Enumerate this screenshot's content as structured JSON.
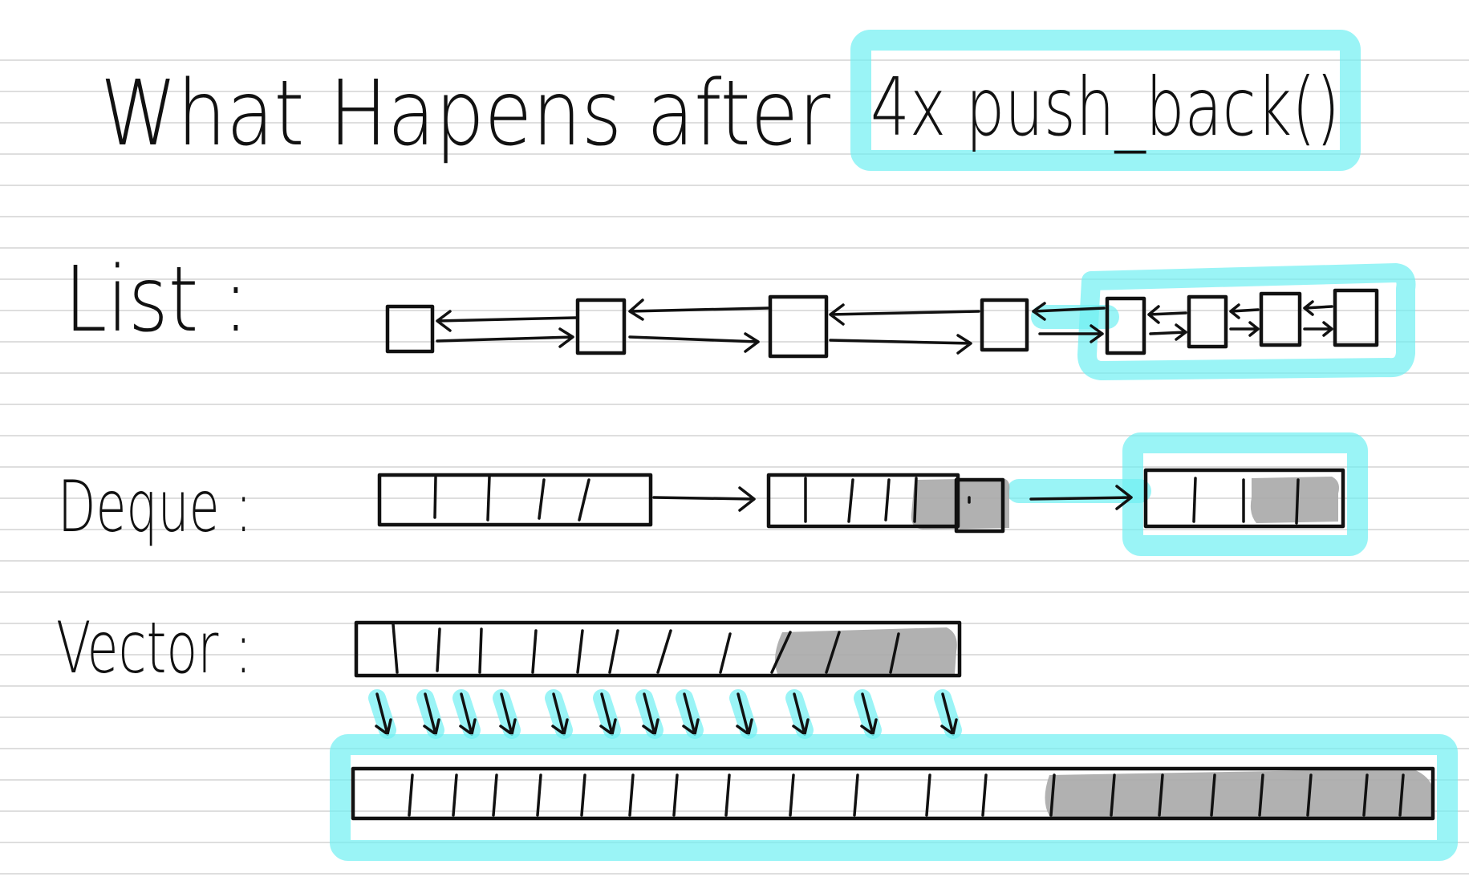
{
  "title": {
    "prefix": "What Hapens after",
    "highlight": "4x push_back()"
  },
  "rows": [
    {
      "key": "list",
      "label": "List :"
    },
    {
      "key": "deque",
      "label": "Deque :"
    },
    {
      "key": "vector",
      "label": "Vector :"
    }
  ],
  "colors": {
    "ink": "#111111",
    "highlight": "#6ff0f2",
    "shade": "#a9a9a9",
    "paper_rule": "#d4d4d4"
  }
}
